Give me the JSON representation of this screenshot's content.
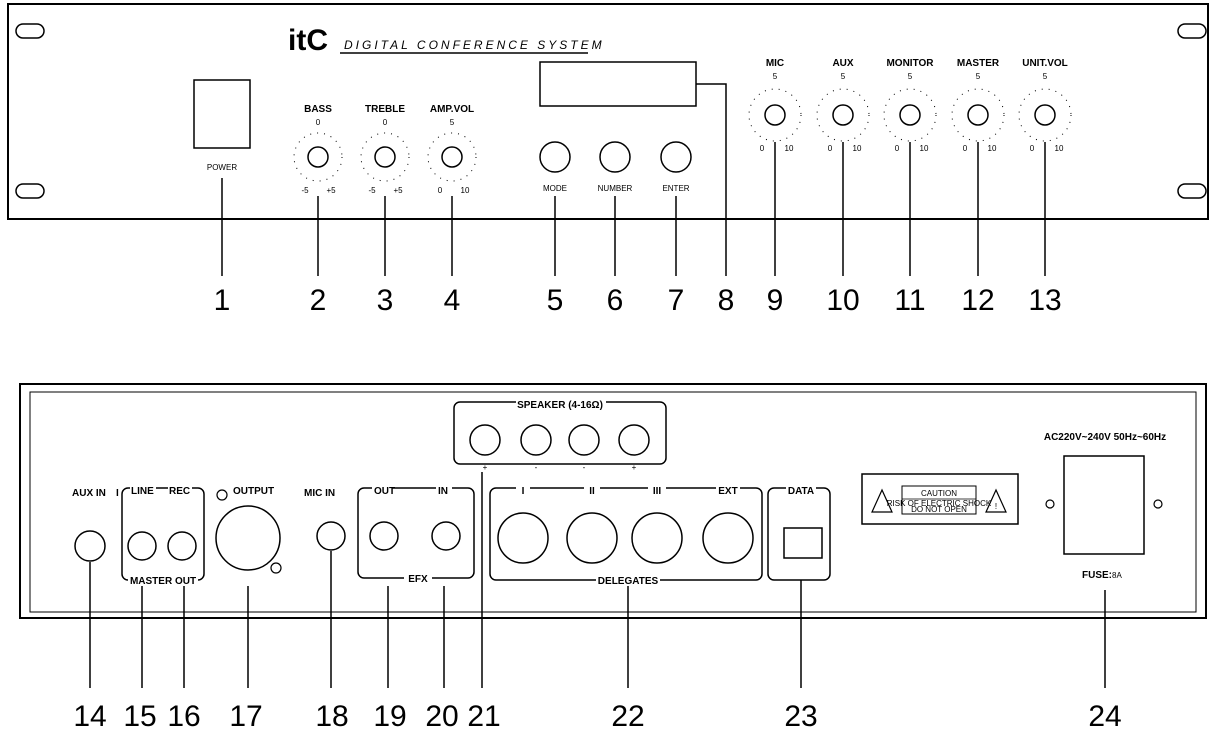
{
  "front_panel": {
    "brand": "itC",
    "tagline": "DIGITAL CONFERENCE SYSTEM",
    "power_label": "POWER",
    "knobs_left": [
      {
        "label": "BASS",
        "top": "0",
        "left": "-5",
        "right": "+5"
      },
      {
        "label": "TREBLE",
        "top": "0",
        "left": "-5",
        "right": "+5"
      },
      {
        "label": "AMP.VOL",
        "top": "5",
        "left": "0",
        "right": "10"
      }
    ],
    "buttons": [
      "MODE",
      "NUMBER",
      "ENTER"
    ],
    "knobs_right": [
      {
        "label": "MIC",
        "top": "5",
        "left": "0",
        "right": "10"
      },
      {
        "label": "AUX",
        "top": "5",
        "left": "0",
        "right": "10"
      },
      {
        "label": "MONITOR",
        "top": "5",
        "left": "0",
        "right": "10"
      },
      {
        "label": "MASTER",
        "top": "5",
        "left": "0",
        "right": "10"
      },
      {
        "label": "UNIT.VOL",
        "top": "5",
        "left": "0",
        "right": "10"
      }
    ],
    "callouts": [
      "1",
      "2",
      "3",
      "4",
      "5",
      "6",
      "7",
      "8",
      "9",
      "10",
      "11",
      "12",
      "13"
    ]
  },
  "rear_panel": {
    "aux_in": "AUX IN",
    "aux_in_roman": "I",
    "line": "LINE",
    "rec": "REC",
    "master_out": "MASTER OUT",
    "output": "OUTPUT",
    "mic_in": "MIC IN",
    "efx_out": "OUT",
    "efx_in": "IN",
    "efx": "EFX",
    "speaker": "SPEAKER (4-16Ω)",
    "speaker_polarity": [
      "+",
      "-",
      "-",
      "+"
    ],
    "delegates_ports": [
      "I",
      "II",
      "III",
      "EXT"
    ],
    "delegates": "DELEGATES",
    "data": "DATA",
    "caution_title": "CAUTION",
    "caution_line1": "RISK OF ELECTRIC SHOCK",
    "caution_line2": "DO NOT OPEN",
    "power_spec": "AC220V~240V 50Hz~60Hz",
    "fuse_label": "FUSE:",
    "fuse_value": "8A",
    "callouts": [
      "14",
      "15",
      "16",
      "17",
      "18",
      "19",
      "20",
      "21",
      "22",
      "23",
      "24"
    ]
  }
}
